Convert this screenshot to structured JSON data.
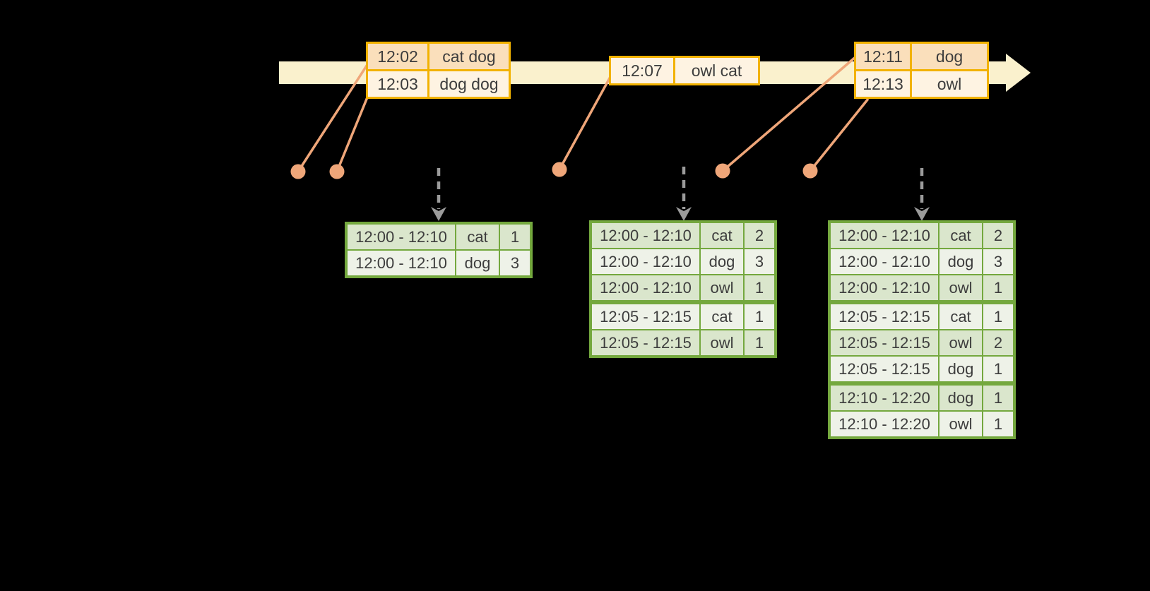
{
  "colors": {
    "background": "#000000",
    "timeline_fill": "#FAF1CD",
    "event_table_border": "#F2B200",
    "event_row_dark_fill": "#FADFBB",
    "event_row_light_fill": "#FEF3E2",
    "event_dot_and_line": "#EFA679",
    "result_table_border": "#74A83E",
    "result_row_dark_fill": "#DAE6CC",
    "result_row_light_fill": "#EEF2E8",
    "trigger_arrow_gray": "#9B9B9B",
    "text": "#3D3D3D"
  },
  "event_tables": [
    {
      "rows": [
        {
          "time": "12:02",
          "words": "cat dog"
        },
        {
          "time": "12:03",
          "words": "dog dog"
        }
      ]
    },
    {
      "rows": [
        {
          "time": "12:07",
          "words": "owl cat"
        }
      ]
    },
    {
      "rows": [
        {
          "time": "12:11",
          "words": "dog"
        },
        {
          "time": "12:13",
          "words": "owl"
        }
      ]
    }
  ],
  "result_tables": [
    {
      "rows": [
        {
          "window": "12:00 - 12:10",
          "word": "cat",
          "count": "1"
        },
        {
          "window": "12:00 - 12:10",
          "word": "dog",
          "count": "3"
        }
      ]
    },
    {
      "rows": [
        {
          "window": "12:00 - 12:10",
          "word": "cat",
          "count": "2"
        },
        {
          "window": "12:00 - 12:10",
          "word": "dog",
          "count": "3"
        },
        {
          "window": "12:00 - 12:10",
          "word": "owl",
          "count": "1"
        },
        {
          "window": "12:05 - 12:15",
          "word": "cat",
          "count": "1"
        },
        {
          "window": "12:05 - 12:15",
          "word": "owl",
          "count": "1"
        }
      ]
    },
    {
      "rows": [
        {
          "window": "12:00 - 12:10",
          "word": "cat",
          "count": "2"
        },
        {
          "window": "12:00 - 12:10",
          "word": "dog",
          "count": "3"
        },
        {
          "window": "12:00 - 12:10",
          "word": "owl",
          "count": "1"
        },
        {
          "window": "12:05 - 12:15",
          "word": "cat",
          "count": "1"
        },
        {
          "window": "12:05 - 12:15",
          "word": "owl",
          "count": "2"
        },
        {
          "window": "12:05 - 12:15",
          "word": "dog",
          "count": "1"
        },
        {
          "window": "12:10 - 12:20",
          "word": "dog",
          "count": "1"
        },
        {
          "window": "12:10 - 12:20",
          "word": "owl",
          "count": "1"
        }
      ]
    }
  ]
}
